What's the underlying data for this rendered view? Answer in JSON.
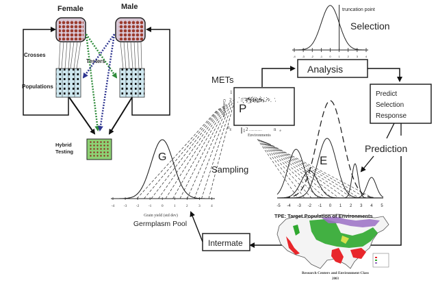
{
  "breeding_scheme": {
    "female_label": "Female",
    "male_label": "Male",
    "crosses_label": "Crosses",
    "testers_label": "Testers",
    "populations_label": "Populations",
    "hybrid_label_line1": "Hybrid",
    "hybrid_label_line2": "Testing",
    "colors": {
      "parent_dot": "#9b3b2e",
      "parent_fill": "#d9c8d6",
      "population_fill": "#cde6ee",
      "hybrid_fill": "#8dd174",
      "hybrid_dot": "#8b2a1e",
      "tester_green": "#2e8b3a",
      "tester_blue": "#2e3590"
    }
  },
  "selection": {
    "truncation_label": "truncation point",
    "title": "Selection",
    "ticks": [
      "-4",
      "-3",
      "-2",
      "-1",
      "0",
      "1",
      "2",
      "3",
      "4"
    ],
    "truncation_value": 1
  },
  "analysis_box": {
    "label": "Analysis"
  },
  "predict_box": {
    "line1": "Predict",
    "line2": "Selection",
    "line3": "Response"
  },
  "prediction_label": "Prediction",
  "mets": {
    "label": "METs",
    "p_label": "P",
    "y_axis_label": "Genotypes",
    "y_tick1": "1",
    "y_tick2": "2",
    "y_tick_n": "n",
    "y_tick_n_sub": "g",
    "x_tick1": "1",
    "x_tick2": "2",
    "x_dots": "...............",
    "x_tick_n": "n",
    "x_tick_n_sub": "e",
    "x_axis_label": "Environments"
  },
  "germplasm": {
    "g_label": "G",
    "ticks": [
      "-4",
      "-3",
      "-2",
      "-1",
      "0",
      "1",
      "2",
      "3",
      "4"
    ],
    "axis_label": "Grain yield (std dev)",
    "title": "Germplasm Pool"
  },
  "sampling_label": "Sampling",
  "environments": {
    "e_label": "E",
    "ticks": [
      "-5",
      "-4",
      "-3",
      "-2",
      "-1",
      "0",
      "1",
      "2",
      "3",
      "4",
      "5"
    ],
    "tpe_label": "TPE: Target Population of Environments"
  },
  "intermate_box": {
    "label": "Intermate"
  },
  "map": {
    "caption_line1": "Research Centers and Environment Class",
    "caption_line2": "2003",
    "colors": {
      "green": "#2fa82f",
      "red": "#e8262b",
      "purple": "#9a6fc4",
      "yellow": "#d6e04a"
    }
  }
}
